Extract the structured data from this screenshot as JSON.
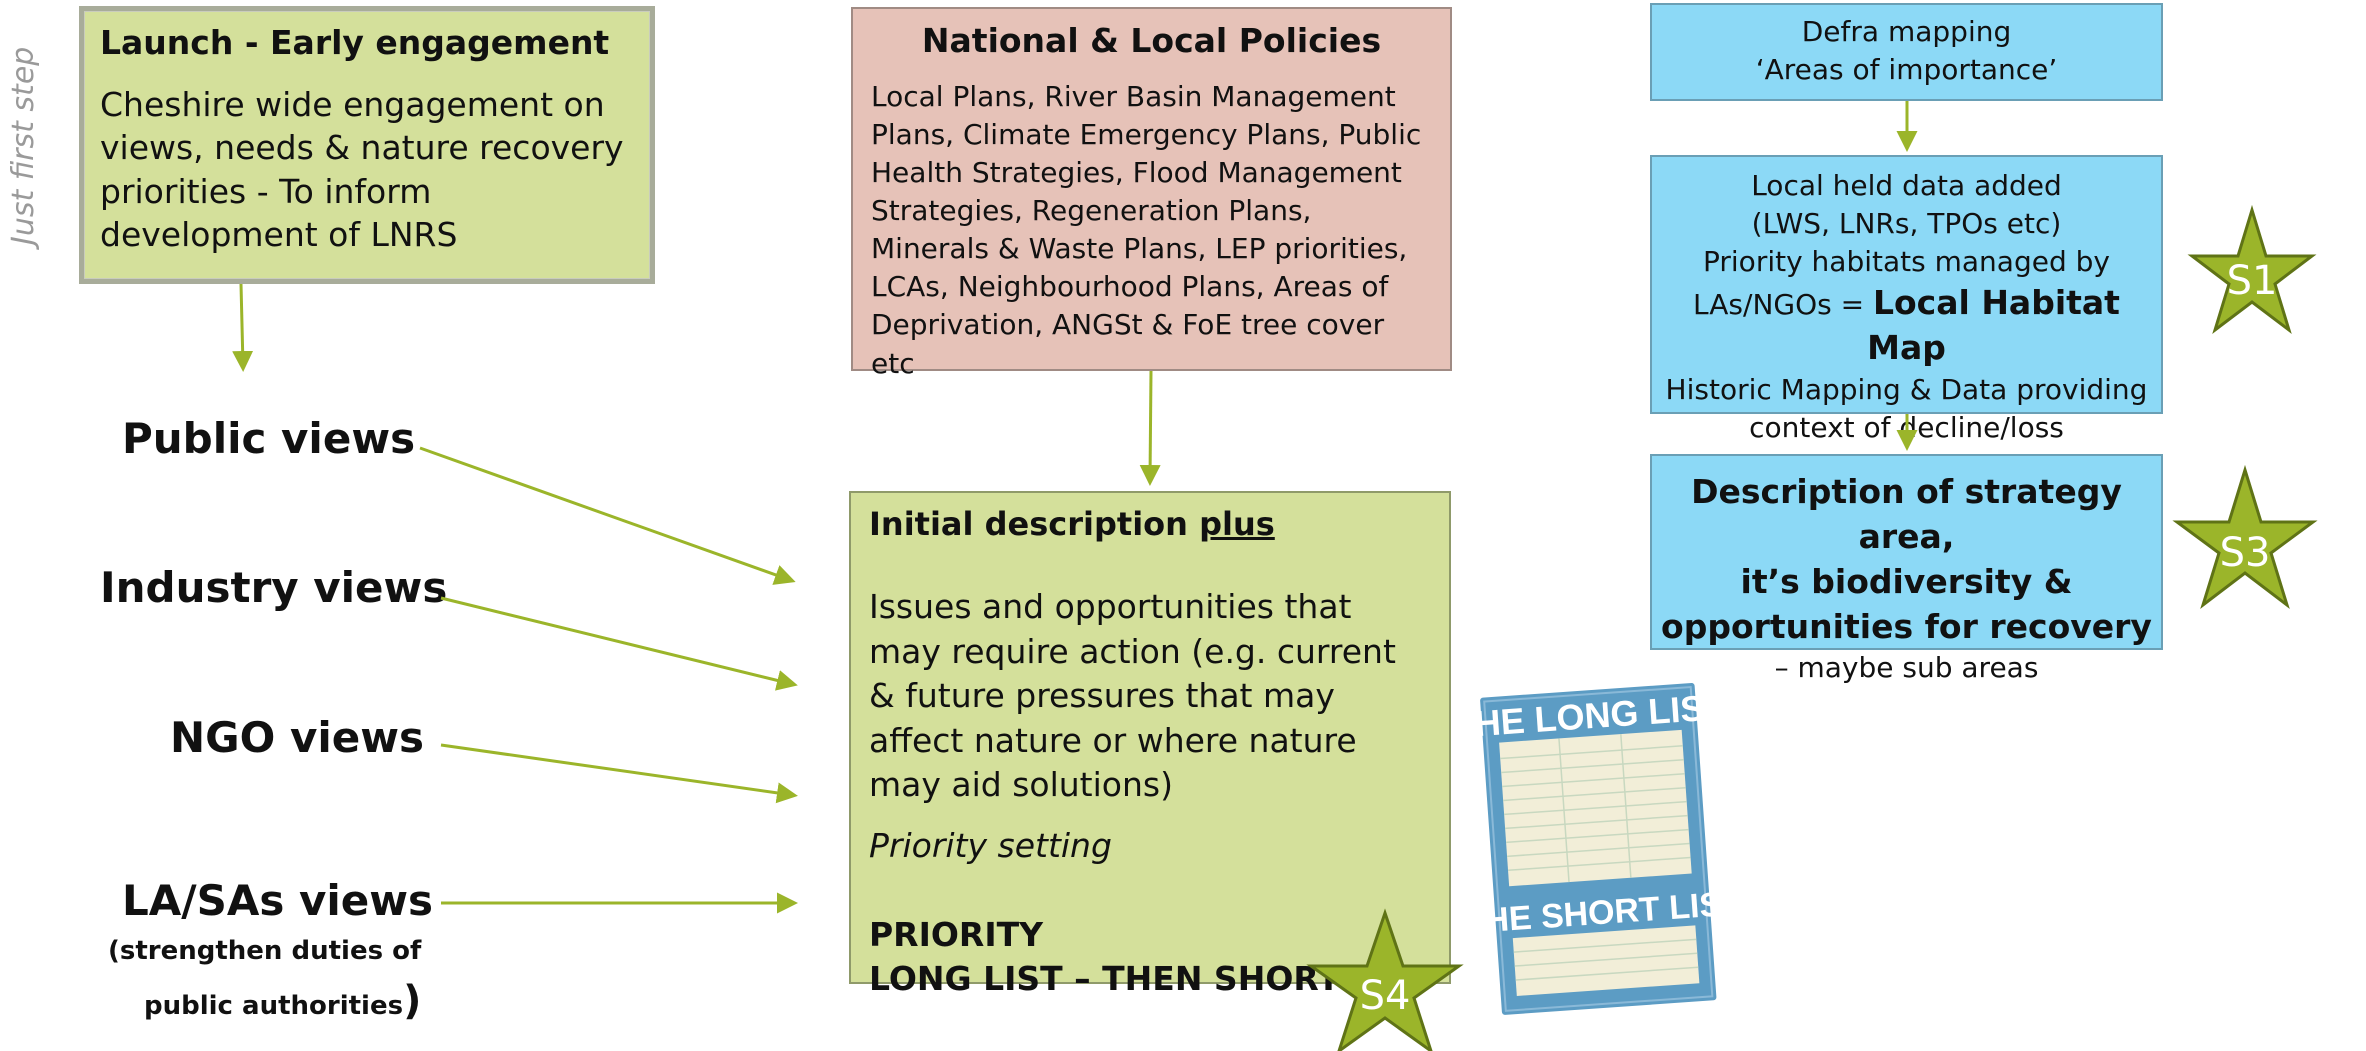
{
  "side_label": "Just first step",
  "launch": {
    "title": "Launch - Early engagement",
    "body": "Cheshire wide engagement on views, needs & nature recovery priorities - To inform development of LNRS"
  },
  "policies": {
    "title": "National & Local Policies",
    "body": "Local Plans, River Basin Management Plans, Climate Emergency Plans, Public Health Strategies, Flood Management Strategies, Regeneration Plans, Minerals & Waste Plans, LEP priorities, LCAs, Neighbourhood Plans, Areas of Deprivation, ANGSt  & FoE tree cover etc"
  },
  "initial": {
    "title_main": "Initial description ",
    "title_plus": "plus",
    "issues": "Issues and opportunities that may require action (e.g. current & future pressures that may affect nature or where nature may aid solutions)",
    "priority_setting": "Priority setting",
    "priority_line1": "PRIORITY",
    "priority_line2": "LONG LIST – THEN SHORT"
  },
  "views": {
    "public": "Public views",
    "industry": "Industry views",
    "ngo": "NGO views",
    "la": "LA/SAs views",
    "la_sub_line1": "(strengthen duties of",
    "la_sub_line2": "public authorities",
    "la_sub_close": ")"
  },
  "defra": {
    "line1": "Defra mapping",
    "line2": "‘Areas of importance’"
  },
  "local_data": {
    "line1": "Local held data added",
    "line2": "(LWS, LNRs, TPOs etc)",
    "line3": "Priority habitats managed by",
    "line4_prefix": "LAs/NGOs = ",
    "line4_bold": "Local Habitat Map",
    "line5": "Historic Mapping & Data providing",
    "line6": "context of decline/loss"
  },
  "description": {
    "line1": "Description of strategy area,",
    "line2": "it’s biodiversity &",
    "line3": "opportunities for recovery",
    "line4": "– maybe sub areas"
  },
  "stars": {
    "s1": "S1",
    "s3": "S3",
    "s4": "S4"
  },
  "notepad": {
    "top": "THE LONG LIST",
    "bottom": "THE SHORT LIST"
  },
  "colors": {
    "green_box": "#d4e09b",
    "pink_box": "#e6c2b8",
    "blue_box": "#8cd9f6",
    "arrow": "#9bb52a",
    "star": "#9bb52a"
  }
}
